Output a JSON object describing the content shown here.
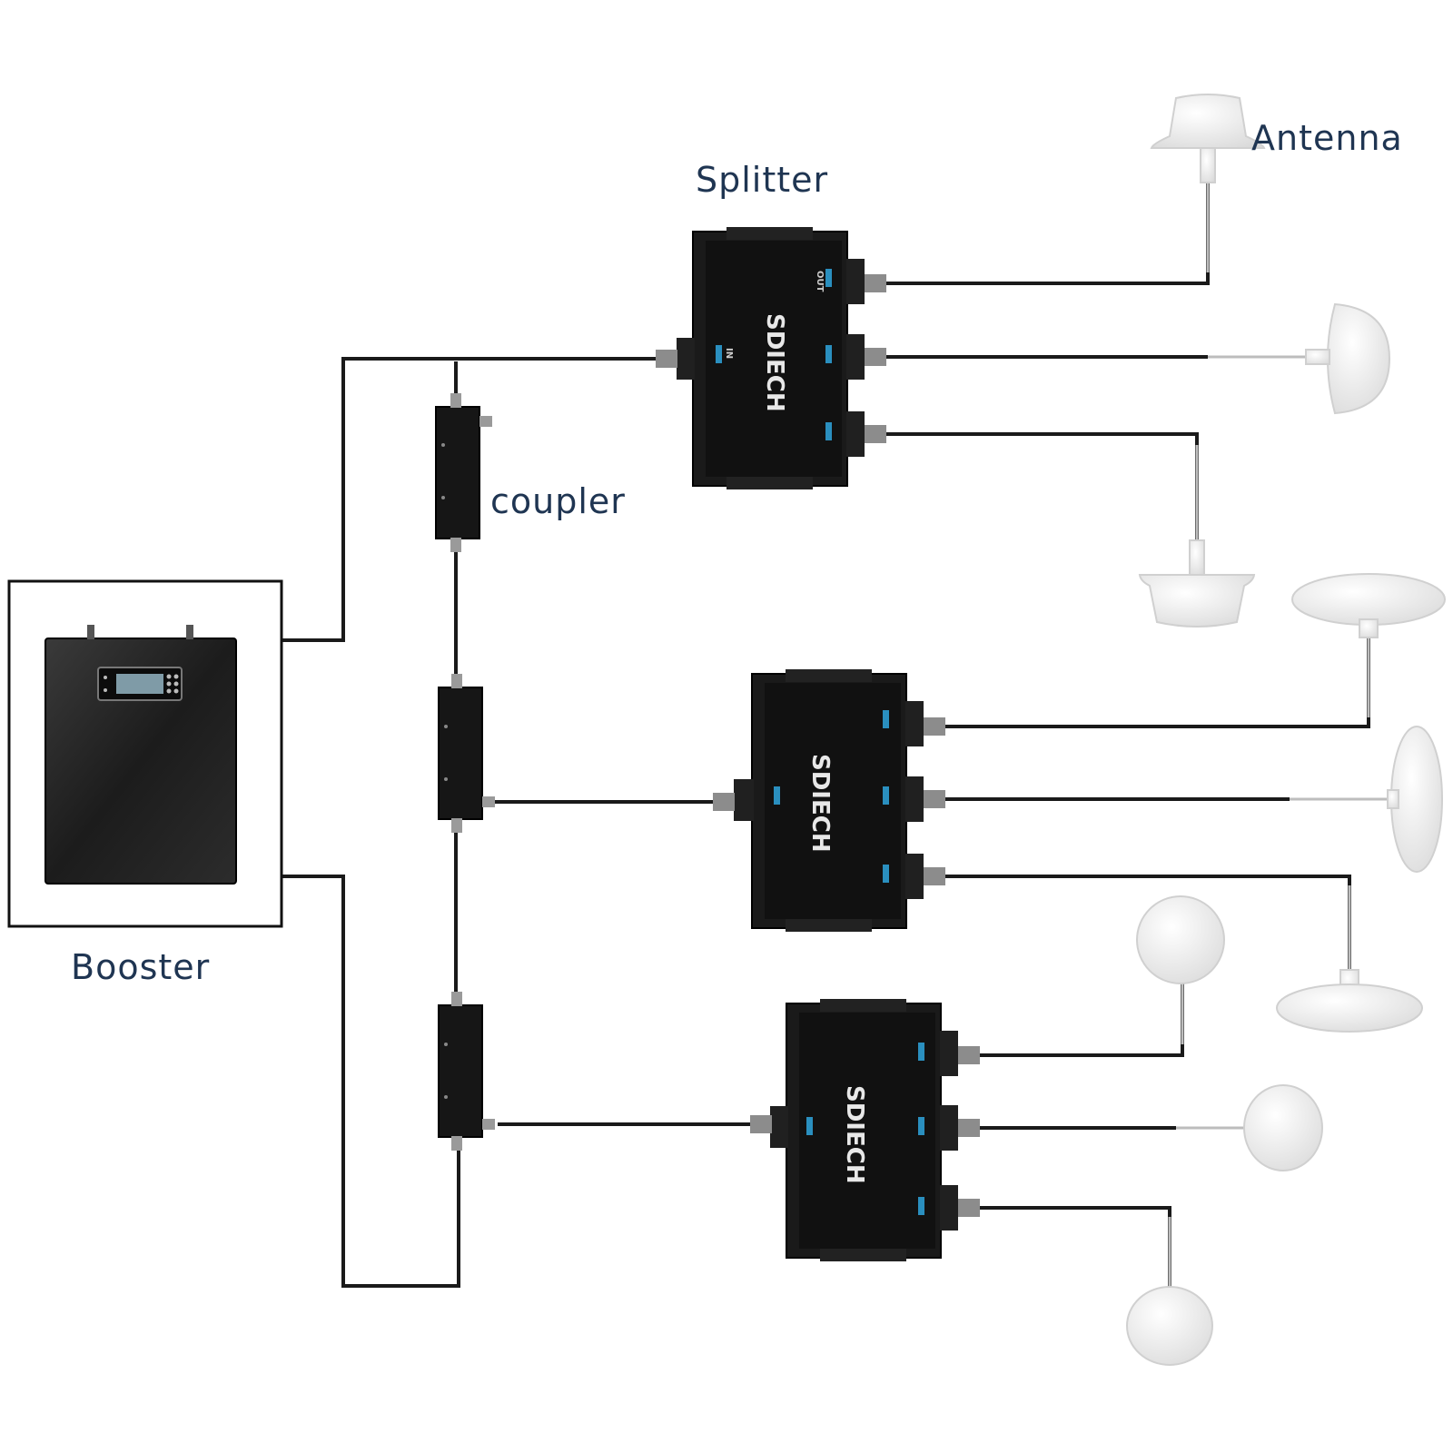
{
  "labels": {
    "antenna": "Antenna",
    "splitter": "Splitter",
    "coupler": "coupler",
    "booster": "Booster"
  },
  "device": {
    "brand": "SDIECH",
    "input_port": "IN",
    "output_port": "OUT"
  },
  "colors": {
    "cable": "#1a1a1a",
    "device_body": "#151515",
    "label_text": "#1f3552",
    "port_accent": "#2a8fbf",
    "antenna_fill": "#f3f3f3"
  },
  "icons": {
    "booster": "booster-unit-icon",
    "splitter": "splitter-box-icon",
    "coupler": "coupler-icon",
    "antenna_omni": "ceiling-omni-antenna-icon",
    "antenna_panel": "panel-antenna-icon",
    "antenna_disc": "flat-disc-antenna-icon"
  }
}
